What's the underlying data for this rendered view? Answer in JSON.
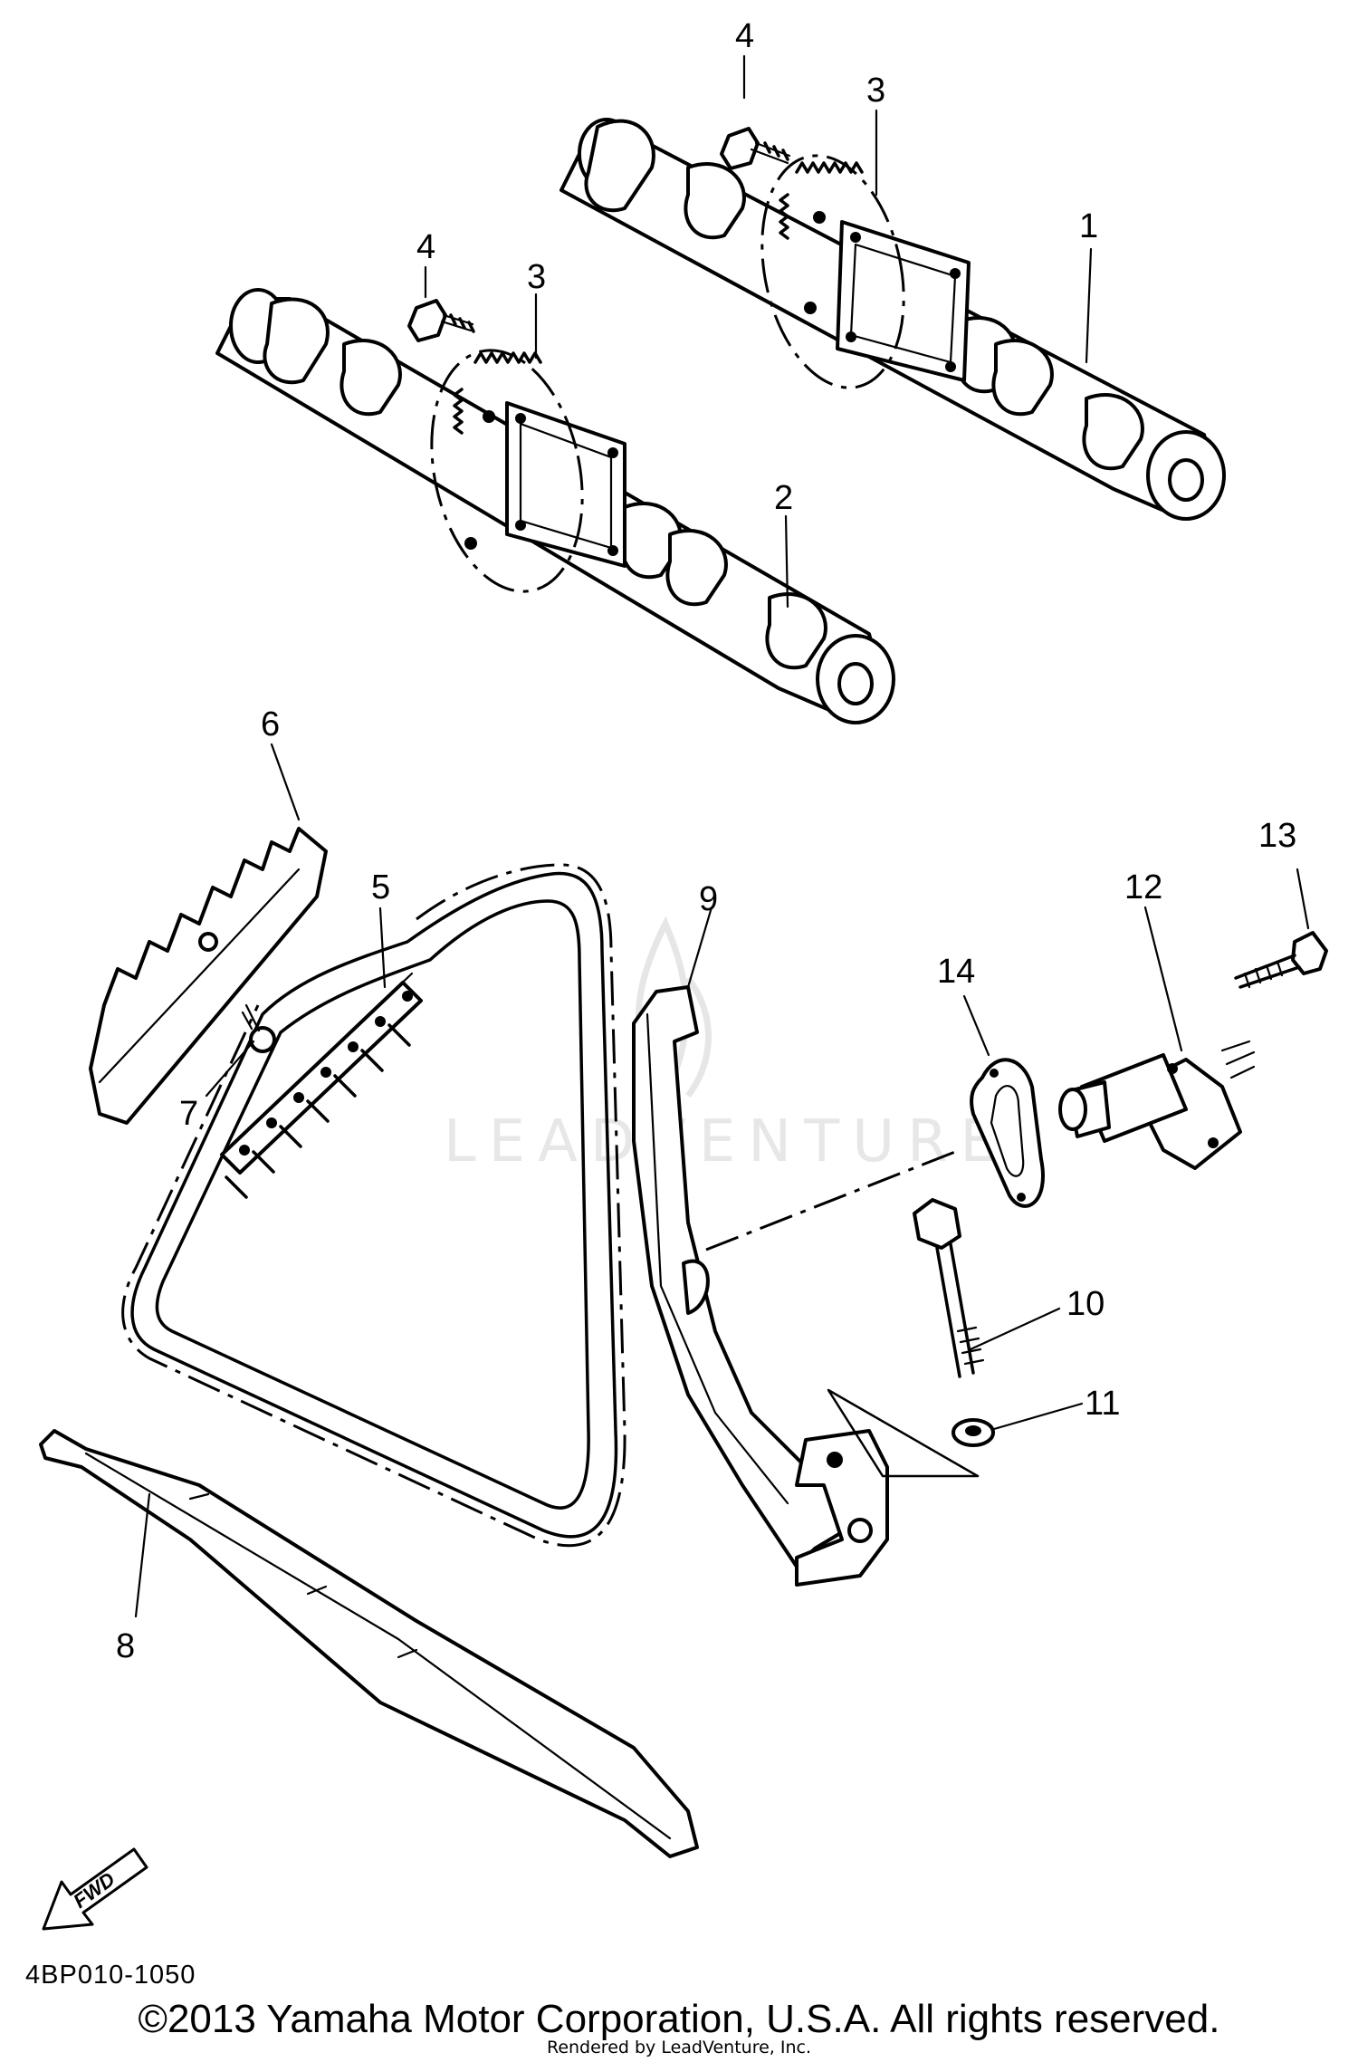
{
  "watermark": "LEADVENTURE",
  "callouts": [
    "1",
    "2",
    "3",
    "3",
    "4",
    "4",
    "5",
    "6",
    "7",
    "8",
    "9",
    "10",
    "11",
    "12",
    "13",
    "14"
  ],
  "fwd_label": "FWD",
  "diagram_code": "4BP010-1050",
  "copyright": "©2013 Yamaha Motor Corporation, U.S.A. All rights reserved.",
  "rendered_by": "Rendered by LeadVenture, Inc."
}
